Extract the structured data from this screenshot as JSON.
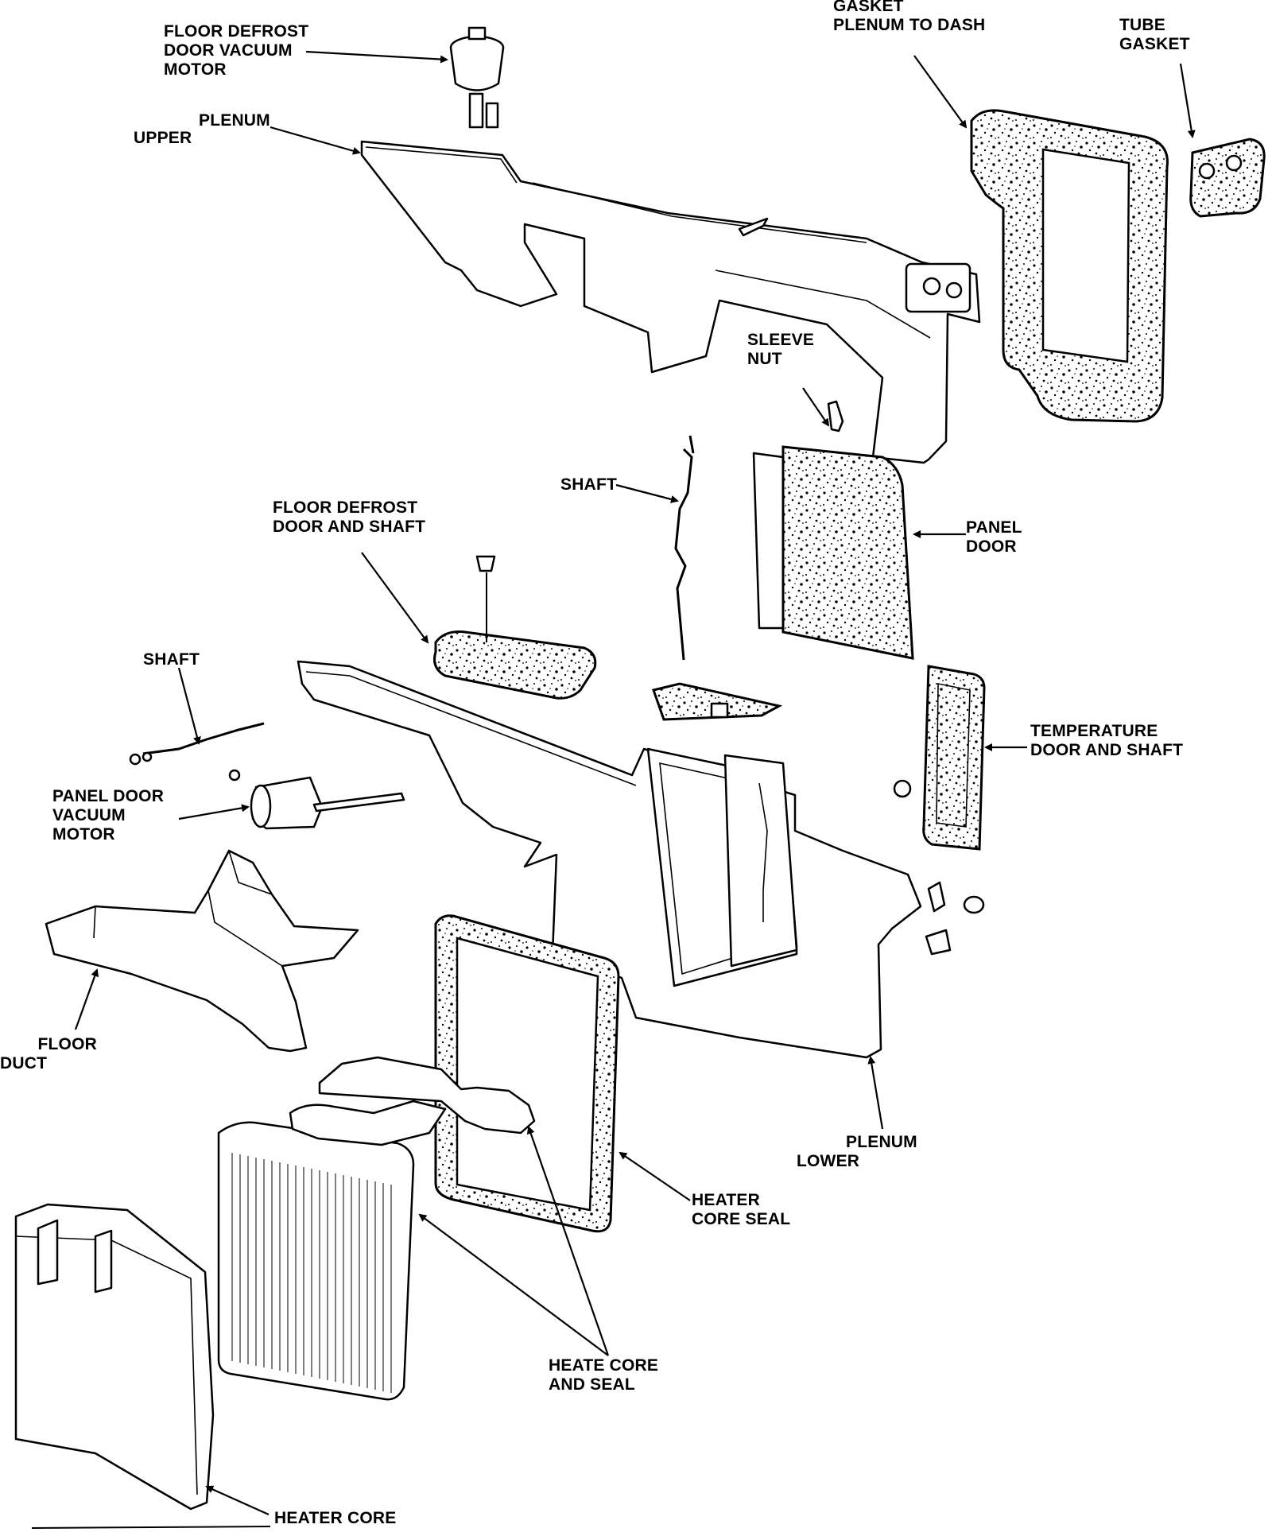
{
  "diagram": {
    "labels": {
      "floor_defrost_motor": [
        "FLOOR DEFROST",
        "DOOR VACUUM",
        "MOTOR"
      ],
      "gasket_plenum_dash": [
        "GASKET",
        "PLENUM TO DASH"
      ],
      "tube_gasket": [
        "TUBE",
        "GASKET"
      ],
      "upper_plenum_a": "PLENUM",
      "upper_plenum_b": "UPPER",
      "sleeve_nut": [
        "SLEEVE",
        "NUT"
      ],
      "shaft_upper": "SHAFT",
      "panel_door": [
        "PANEL",
        "DOOR"
      ],
      "floor_defrost_door": [
        "FLOOR DEFROST",
        "DOOR AND SHAFT"
      ],
      "shaft_left": "SHAFT",
      "temperature_door": [
        "TEMPERATURE",
        "DOOR AND SHAFT"
      ],
      "panel_door_motor": [
        "PANEL DOOR",
        "VACUUM",
        "MOTOR"
      ],
      "floor_duct": [
        "FLOOR",
        "DUCT"
      ],
      "plenum_lower": [
        "PLENUM",
        "LOWER"
      ],
      "heater_core_seal": [
        "HEATER",
        "CORE SEAL"
      ],
      "heate_core_and_seal": [
        "HEATE CORE",
        "AND SEAL"
      ],
      "heater_core": "HEATER CORE"
    }
  }
}
